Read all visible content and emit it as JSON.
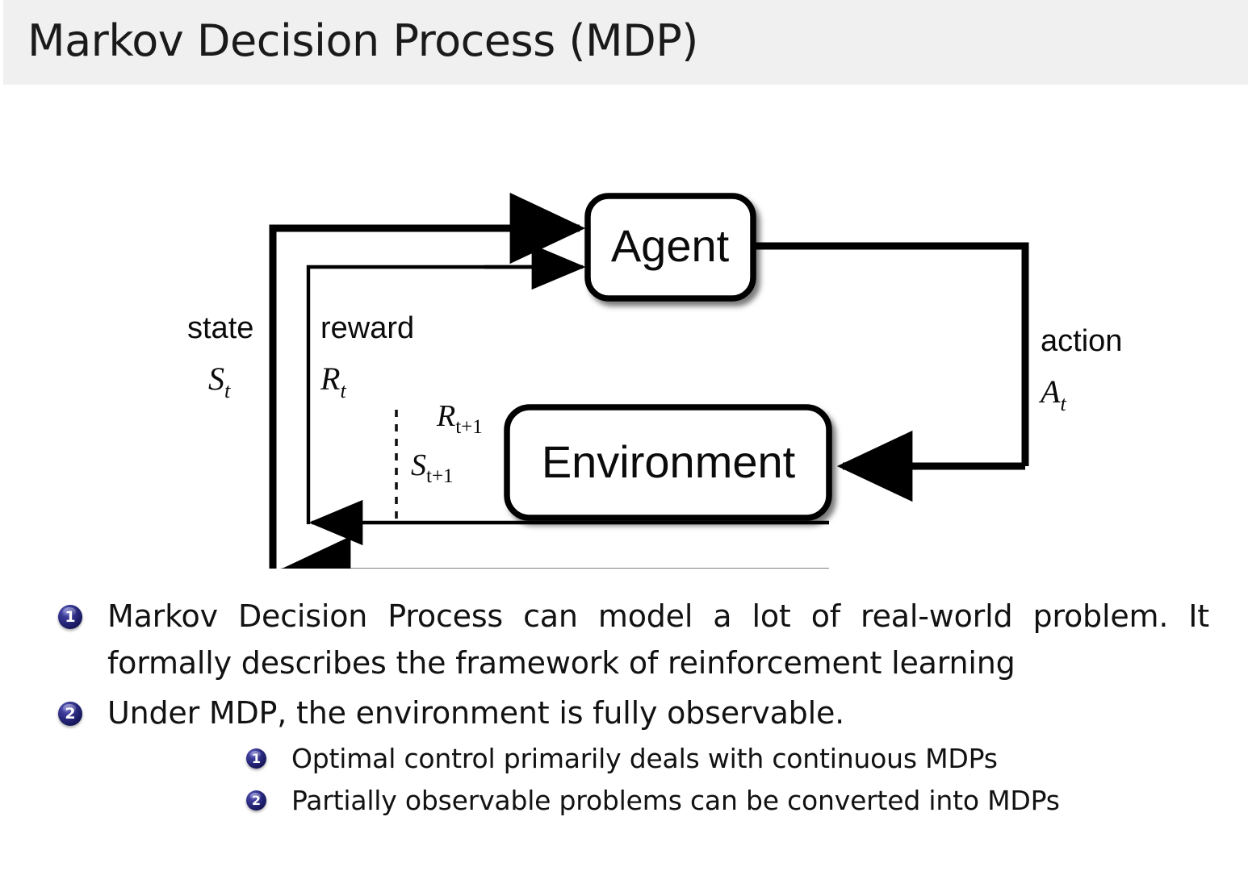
{
  "slide": {
    "title": "Markov Decision Process (MDP)",
    "header_bg": "#f0f0f0",
    "page_bg": "#ffffff",
    "text_color": "#121212",
    "bullet_color": "#20206e"
  },
  "diagram": {
    "type": "agent-environment-interaction-loop",
    "nodes": [
      {
        "id": "agent",
        "label": "Agent"
      },
      {
        "id": "environment",
        "label": "Environment"
      }
    ],
    "edge_labels": {
      "state_word": "state",
      "state_symbol": "S",
      "state_subscript": "t",
      "reward_word": "reward",
      "reward_symbol": "R",
      "reward_subscript": "t",
      "action_word": "action",
      "action_symbol": "A",
      "action_subscript": "t",
      "next_reward_symbol": "R",
      "next_reward_subscript": "t+1",
      "next_state_symbol": "S",
      "next_state_subscript": "t+1"
    },
    "separator": "dashed-time-step-boundary"
  },
  "content": {
    "items": [
      {
        "marker": "1",
        "text": "Markov Decision Process can model a lot of real-world problem. It formally describes the framework of reinforcement learning",
        "subitems": []
      },
      {
        "marker": "2",
        "text": "Under MDP, the environment is fully observable.",
        "subitems": [
          {
            "marker": "1",
            "text": "Optimal control primarily deals with continuous MDPs"
          },
          {
            "marker": "2",
            "text": "Partially observable problems can be converted into MDPs"
          }
        ]
      }
    ]
  }
}
